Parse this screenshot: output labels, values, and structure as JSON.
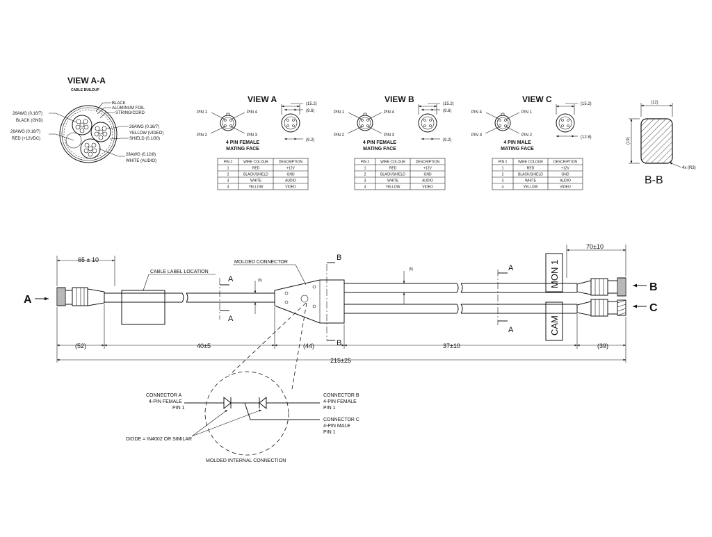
{
  "view_aa": {
    "title": "VIEW A-A",
    "subtitle": "CABLE BUILDUP",
    "labels": {
      "black": "BLACK",
      "foil": "ALUMINUM FOIL",
      "string": "STRING/CORD",
      "gnd_awg": "26AWG (0.16/7)",
      "gnd": "BLACK (GND)",
      "red_awg": "26AWG (0.16/7)",
      "red": "RED (+12VDC)",
      "yel_awg": "26AWG (0.16/7)",
      "yellow": "YELLOW (VIDEO)",
      "shield": "SHIELD (0.1/30)",
      "white_awg": "28AWG (0.12/8)",
      "white": "WHITE (AUDIO)"
    }
  },
  "views": [
    {
      "title": "VIEW A",
      "pins": [
        "PIN 1",
        "PIN 4",
        "PIN 2",
        "PIN 3"
      ],
      "caption1": "4 PIN FEMALE",
      "caption2": "MATING FACE",
      "dims": [
        "(15.2)",
        "(9.6)",
        "(9.2)"
      ]
    },
    {
      "title": "VIEW B",
      "pins": [
        "PIN 1",
        "PIN 4",
        "PIN 2",
        "PIN 3"
      ],
      "caption1": "4 PIN FEMALE",
      "caption2": "MATING FACE",
      "dims": [
        "(15.2)",
        "(9.6)",
        "(9.2)"
      ]
    },
    {
      "title": "VIEW C",
      "pins": [
        "PIN 4",
        "PIN 1",
        "PIN 3",
        "PIN 2"
      ],
      "caption1": "4 PIN MALE",
      "caption2": "MATING FACE",
      "dims": [
        "(15.2)",
        "(12.8)"
      ]
    }
  ],
  "pin_table": {
    "headers": [
      "PIN #",
      "WIRE COLOUR",
      "DESCRIPTION"
    ],
    "rows": [
      [
        "1",
        "RED",
        "+12V"
      ],
      [
        "2",
        "BLACK/SHIELD",
        "GND"
      ],
      [
        "3",
        "WHITE",
        "AUDIO"
      ],
      [
        "4",
        "YELLOW",
        "VIDEO"
      ]
    ]
  },
  "section_bb": {
    "title": "B-B",
    "dim_w": "(12)",
    "dim_h": "(19)",
    "radius": "4x (R3)"
  },
  "main": {
    "arrow_a": "A",
    "arrow_b": "B",
    "arrow_c": "C",
    "section_mark_a": "A",
    "section_mark_b": "B",
    "dim_65": "65 ± 10",
    "dim_70": "70±10",
    "dim_52": "(52)",
    "dim_40": "40±5",
    "dim_44": "(44)",
    "dim_37": "37±10",
    "dim_39": "(39)",
    "dim_215": "215±25",
    "dim_5": "(5)",
    "label_location": "CABLE LABEL LOCATION",
    "molded_connector": "MOLDED CONNECTOR",
    "tag_mon": "MON 1",
    "tag_cam": "CAM"
  },
  "schematic": {
    "conn_a": [
      "CONNECTOR A",
      "4-PIN FEMALE",
      "PIN 1"
    ],
    "conn_b": [
      "CONNECTOR B",
      "4-PIN FEMALE",
      "PIN 1"
    ],
    "conn_c": [
      "CONNECTOR C",
      "4-PIN MALE",
      "PIN 1"
    ],
    "diode": "DIODE = IN4002 OR SIMILAR",
    "caption": "MOLDED INTERNAL CONNECTION"
  }
}
